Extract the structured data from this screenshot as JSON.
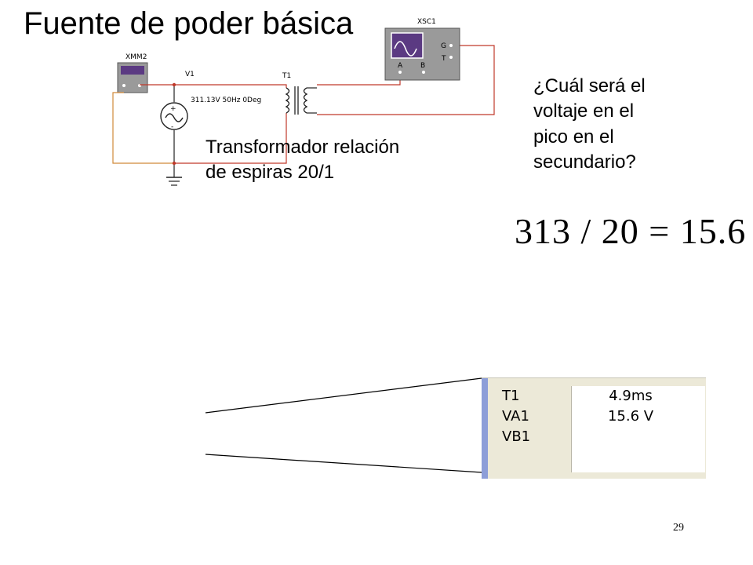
{
  "slide": {
    "title": "Fuente de poder básica",
    "description_line1": "Transformador relación",
    "description_line2": "de espiras 20/1",
    "question_line1": "¿Cuál será el",
    "question_line2": "voltaje en el",
    "question_line3": "pico en el",
    "question_line4": "secundario?",
    "equation": "313 / 20 = 15.6",
    "page_number": "29"
  },
  "circuit": {
    "multimeter_label": "XMM2",
    "source_label": "V1",
    "source_value": "311.13V 50Hz 0Deg",
    "transformer_label": "T1",
    "oscilloscope_label": "XSC1",
    "scope_pin_a": "A",
    "scope_pin_b": "B",
    "scope_pin_g": "G",
    "scope_pin_t": "T",
    "wire_color": "#c0392b",
    "ground_wire_color": "#d08a3a"
  },
  "readout": {
    "rows": [
      {
        "label": "T1",
        "value": "4.9ms"
      },
      {
        "label": "VA1",
        "value": "15.6 V"
      },
      {
        "label": "VB1",
        "value": ""
      }
    ]
  }
}
